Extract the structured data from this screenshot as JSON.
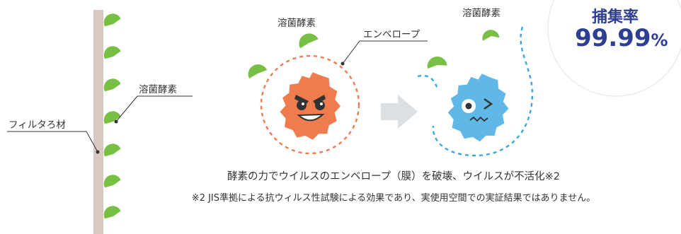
{
  "labels": {
    "filter_material": "フィルタろ材",
    "enzyme_filter": "溶菌酵素",
    "enzyme_top_left": "溶菌酵素",
    "enzyme_top_right": "溶菌酵素",
    "envelope": "エンベロープ"
  },
  "capture_rate": {
    "title": "捕集率",
    "value": "99.99",
    "unit": "%"
  },
  "captions": {
    "main": "酵素の力でウイルスのエンベロープ（膜）を破壊、ウイルスが不活化※2",
    "note": "※2 JIS準拠による抗ウィルス性試験による効果であり、実使用空間での実証結果ではありません。"
  },
  "colors": {
    "filter_bar": "#d7c9c2",
    "enzyme": "#77c043",
    "virus_active": "#ee7c4f",
    "virus_inactive": "#60b8e8",
    "envelope_active": "#ee7c4f",
    "envelope_broken": "#39a8e0",
    "arrow": "#dbe0e4",
    "rate_text": "#2e3f93"
  }
}
